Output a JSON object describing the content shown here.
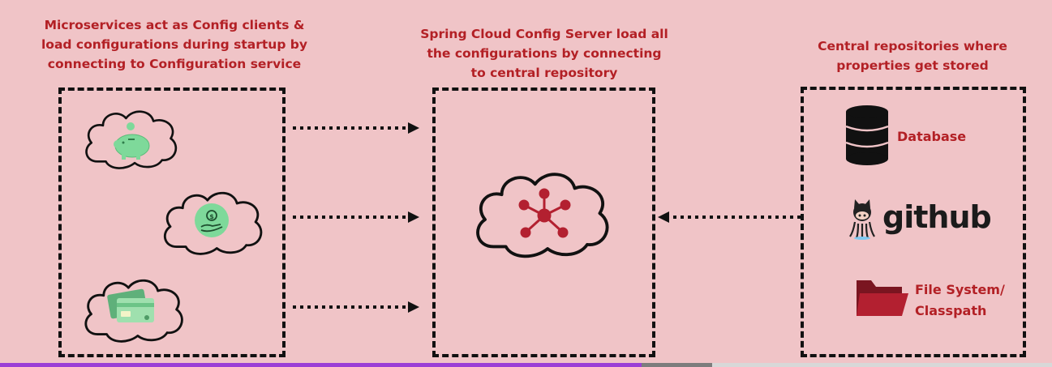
{
  "captions": {
    "left": [
      "Microservices act as Config clients &",
      "load configurations during startup by",
      "connecting to Configuration service"
    ],
    "center": [
      "Spring Cloud Config Server load all",
      "the configurations by connecting",
      "to central repository"
    ],
    "right": [
      "Central repositories where",
      "properties get stored"
    ]
  },
  "repositories": {
    "database": "Database",
    "github": "github",
    "filesystem": [
      "File System/",
      "Classpath"
    ]
  },
  "icons": {
    "client1": "piggy-bank-icon",
    "client2": "money-hand-icon",
    "client3": "credit-card-icon",
    "server": "network-hub-icon",
    "database": "database-icon",
    "github": "octocat-icon",
    "filesystem": "folder-icon"
  },
  "colors": {
    "accent": "#b32025",
    "background": "#f0c4c7",
    "client_icon": "#7ed99a",
    "server_icon": "#b32030"
  },
  "progress": {
    "fraction": 0.61
  }
}
